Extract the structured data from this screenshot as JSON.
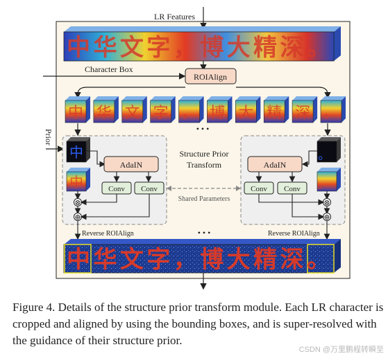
{
  "labels": {
    "lr_features": "LR Features",
    "character_box": "Character Box",
    "roialign": "ROIAlign",
    "prior": "Prior",
    "structure_prior_transform_line1": "Structure Prior",
    "structure_prior_transform_line2": "Transform",
    "adain_left": "AdaIN",
    "adain_right": "AdaIN",
    "conv": "Conv",
    "shared_parameters": "Shared Parameters",
    "reverse_roialign_left": "Reverse ROIAlign",
    "reverse_roialign_right": "Reverse ROIAlign",
    "ellipsis": "• • •",
    "multiply": "⊗",
    "add": "⊕"
  },
  "text_strips": {
    "lr_text": "中华文字，博大精深。",
    "sr_text": "中华文字，博大精深。"
  },
  "crops": [
    "中",
    "华",
    "文",
    "字",
    "，",
    "博",
    "大",
    "精",
    "深",
    "。"
  ],
  "prior_glyphs": {
    "left": "中",
    "right": "。"
  },
  "caption": "Figure 4. Details of the structure prior transform module. Each LR character is cropped and aligned by using the bounding boxes, and is super-resolved with the guidance of their structure prior.",
  "watermark": "CSDN @万里鹏程转瞬至",
  "colors": {
    "panel_fill": "#fbf6e9",
    "module_fill": "#efefef",
    "adain_fill": "#f8d9c8",
    "conv_fill": "#e2efda",
    "lr_text_color": "#d63a2a",
    "sr_background": "#1c3a8e",
    "highlight_border": "#e8e020"
  }
}
